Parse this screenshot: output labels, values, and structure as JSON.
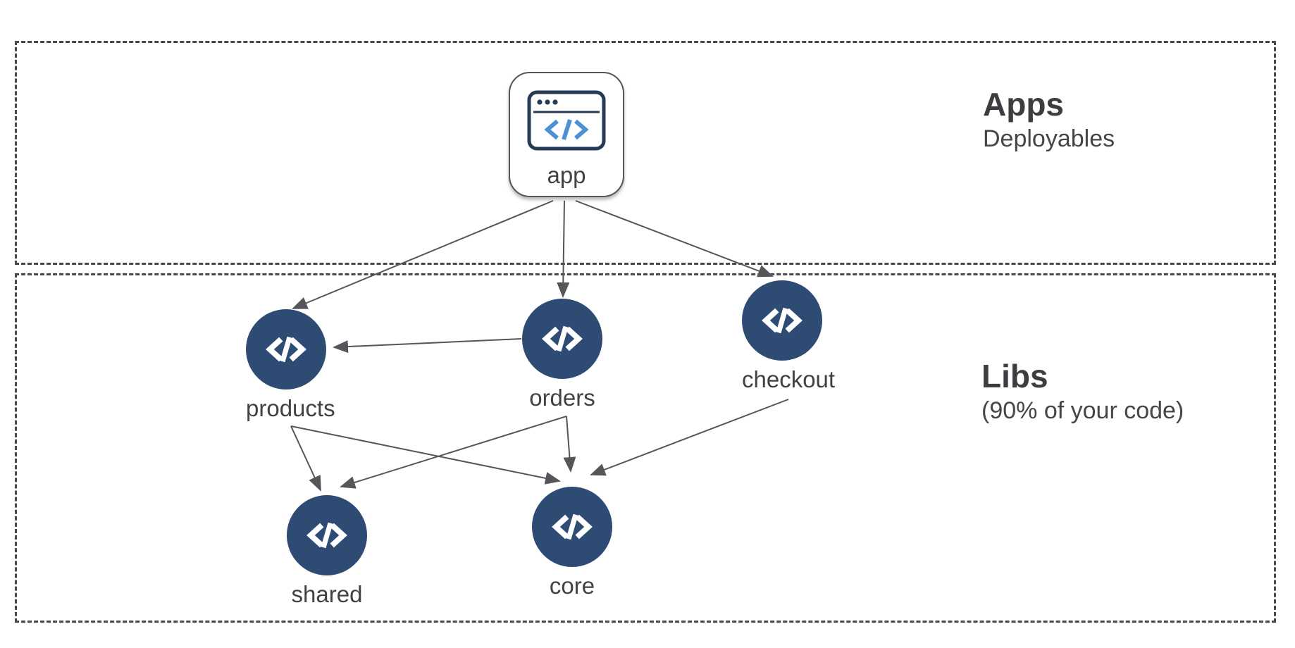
{
  "diagram": {
    "sections": [
      {
        "id": "apps",
        "title": "Apps",
        "subtitle": "Deployables"
      },
      {
        "id": "libs",
        "title": "Libs",
        "subtitle": "(90% of your code)"
      }
    ],
    "nodes": [
      {
        "id": "app",
        "label": "app",
        "section": "apps"
      },
      {
        "id": "products",
        "label": "products",
        "section": "libs"
      },
      {
        "id": "orders",
        "label": "orders",
        "section": "libs"
      },
      {
        "id": "checkout",
        "label": "checkout",
        "section": "libs"
      },
      {
        "id": "shared",
        "label": "shared",
        "section": "libs"
      },
      {
        "id": "core",
        "label": "core",
        "section": "libs"
      }
    ],
    "edges": [
      {
        "from": "app",
        "to": "products"
      },
      {
        "from": "app",
        "to": "orders"
      },
      {
        "from": "app",
        "to": "checkout"
      },
      {
        "from": "orders",
        "to": "products"
      },
      {
        "from": "products",
        "to": "shared"
      },
      {
        "from": "products",
        "to": "core"
      },
      {
        "from": "orders",
        "to": "shared"
      },
      {
        "from": "orders",
        "to": "core"
      },
      {
        "from": "checkout",
        "to": "core"
      }
    ],
    "colors": {
      "node_fill": "#2d4b73",
      "edge": "#55555a",
      "dashed_border": "#48484d",
      "label_text": "#414246",
      "title_text": "#3b3d41",
      "icon_blue": "#4e90d5",
      "icon_outline": "#263a55"
    }
  }
}
